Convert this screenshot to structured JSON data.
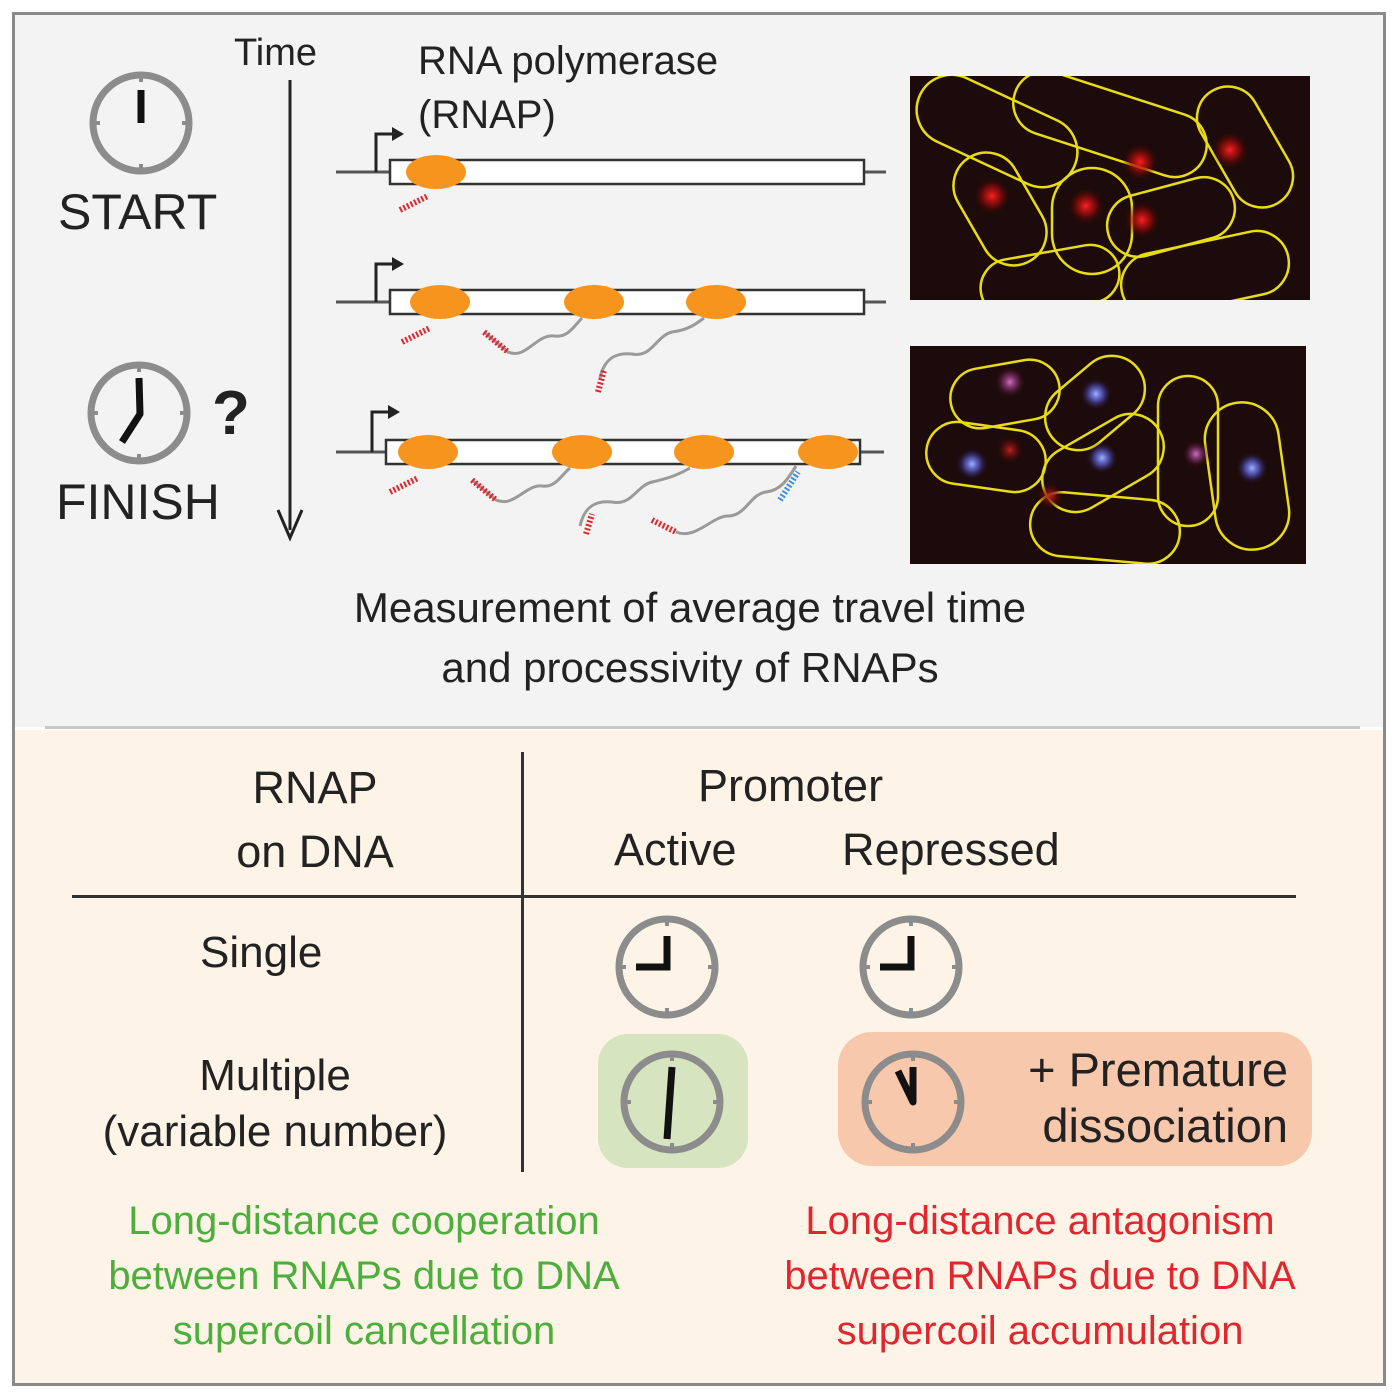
{
  "top_panel": {
    "time_label": "Time",
    "start_label": "START",
    "finish_label": "FINISH",
    "question_mark": "?",
    "rnap_label_line1": "RNA polymerase",
    "rnap_label_line2": "(RNAP)",
    "caption_line1": "Measurement of average travel time",
    "caption_line2": "and processivity of RNAPs"
  },
  "table": {
    "col1_header_line1": "RNAP",
    "col1_header_line2": "on DNA",
    "promoter_header": "Promoter",
    "active_header": "Active",
    "repressed_header": "Repressed",
    "rows": [
      {
        "label": "Single"
      },
      {
        "label_line1": "Multiple",
        "label_line2": "(variable number)"
      }
    ],
    "premature_line1": "+ Premature",
    "premature_line2": "dissociation"
  },
  "conclusions": {
    "green_line1": "Long-distance cooperation",
    "green_line2": "between RNAPs due to DNA",
    "green_line3": "supercoil cancellation",
    "red_line1": "Long-distance antagonism",
    "red_line2": "between RNAPs due to DNA",
    "red_line3": "supercoil accumulation"
  },
  "colors": {
    "rnap_orange": "#f7941d",
    "cell_outline_yellow": "#f0e000",
    "green_text": "#4caf3c",
    "red_text": "#e0262e",
    "active_badge": "#d7e4c0",
    "repressed_badge": "#f8c8ad"
  }
}
